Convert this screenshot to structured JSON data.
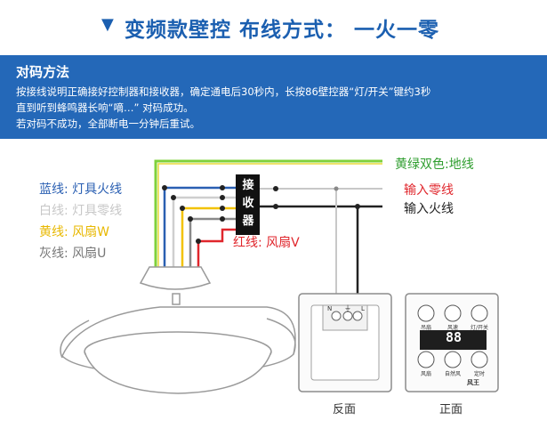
{
  "header": {
    "title": "变频款壁控 布线方式： 一火一零"
  },
  "pairing": {
    "heading": "对码方法",
    "lines": [
      "按接线说明正确接好控制器和接收器，确定通电后30秒内，长按86壁控器“灯/开关”键约3秒",
      "直到听到蜂鸣器长响“嘀…”  对码成功。",
      "若对码不成功，全部断电一分钟后重试。"
    ]
  },
  "diagram": {
    "receiver_label": "接收器",
    "left_wires": [
      {
        "label": "蓝线: 灯具火线",
        "color": "#2a5fb2"
      },
      {
        "label": "白线: 灯具零线",
        "color": "#c8c8c8"
      },
      {
        "label": "黄线: 风扇W",
        "color": "#e8b800"
      },
      {
        "label": "灰线: 风扇U",
        "color": "#777777"
      }
    ],
    "red_wire": {
      "label": "红线: 风扇V",
      "color": "#e0262c"
    },
    "right_wires": [
      {
        "label": "黄绿双色:地线",
        "color": "#2f9e2f"
      },
      {
        "label": "输入零线",
        "color": "#e0262c"
      },
      {
        "label": "输入火线",
        "color": "#222222"
      }
    ],
    "terminals": [
      "N",
      "⏚",
      "L"
    ],
    "back_label": "反面",
    "front_label": "正面",
    "display_digits": "88",
    "panel_buttons_top": [
      "吊扇",
      "风速",
      "灯/开关"
    ],
    "panel_buttons_bottom": [
      "风扇",
      "自然风",
      "定时"
    ],
    "brand": "风王",
    "colors": {
      "accent": "#1b5fb0",
      "box": "#2468b8",
      "ground": "#7fd13b"
    }
  }
}
